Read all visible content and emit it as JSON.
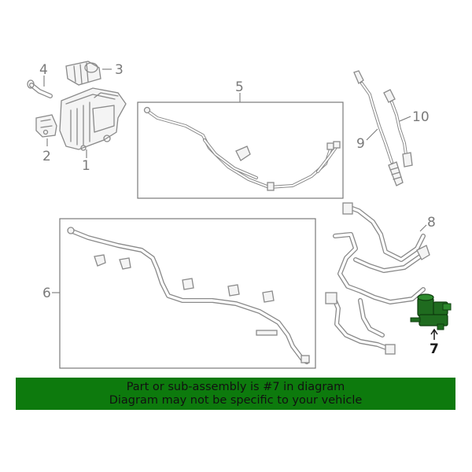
{
  "callouts": {
    "c1": "1",
    "c2": "2",
    "c3": "3",
    "c4": "4",
    "c5": "5",
    "c6": "6",
    "c7": "7",
    "c8": "8",
    "c9": "9",
    "c10": "10"
  },
  "banner": {
    "line1": "Part or sub-assembly is #7 in diagram",
    "line2": "Diagram may not be specific to your vehicle"
  },
  "colors": {
    "banner_background": "#0d7a0d",
    "highlight_part": "#1f6b1f",
    "line_art": "#8a8a8a"
  }
}
